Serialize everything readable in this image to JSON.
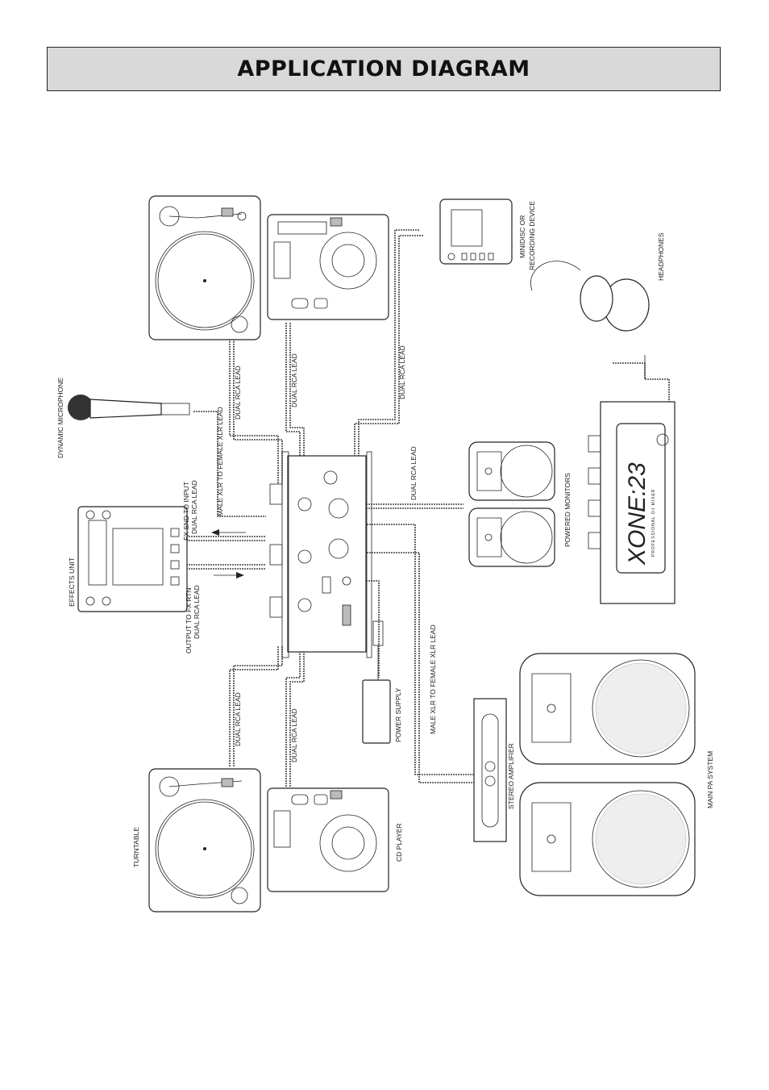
{
  "header": {
    "title": "APPLICATION DIAGRAM"
  },
  "labels": {
    "dynamic_microphone": "DYNAMIC MICROPHONE",
    "effects_unit": "EFFECTS UNIT",
    "fx_snd_line1": "FX SND TO INPUT",
    "fx_snd_line2": "DUAL RCA LEAD",
    "fx_rtn_line1": "OUTPUT TO FX RTN",
    "fx_rtn_line2": "DUAL RCA LEAD",
    "male_xlr_mic": "MALE XLR TO FEMALE XLR LEAD",
    "dual_rca_turntable_top": "DUAL RCA LEAD",
    "dual_rca_cd_top": "DUAL RCA LEAD",
    "dual_rca_minidisc": "DUAL RCA LEAD",
    "dual_rca_monitors": "DUAL RCA LEAD",
    "minidisc_line1": "MINIDISC OR",
    "minidisc_line2": "RECORDING DEVICE",
    "headphones": "HEADPHONES",
    "powered_monitors": "POWERED MONITORS",
    "dual_rca_turntable_bottom": "DUAL RCA LEAD",
    "dual_rca_cd_bottom": "DUAL RCA LEAD",
    "power_supply": "POWER SUPPLY",
    "male_xlr_amp": "MALE XLR TO FEMALE XLR LEAD",
    "stereo_amplifier": "STEREO AMPLIFIER",
    "main_pa_system": "MAIN PA SYSTEM",
    "turntable": "TURNTABLE",
    "cd_player": "CD PLAYER",
    "xone_logo": "XONE:23",
    "xone_sub": "PROFESSIONAL DJ MIXER"
  }
}
